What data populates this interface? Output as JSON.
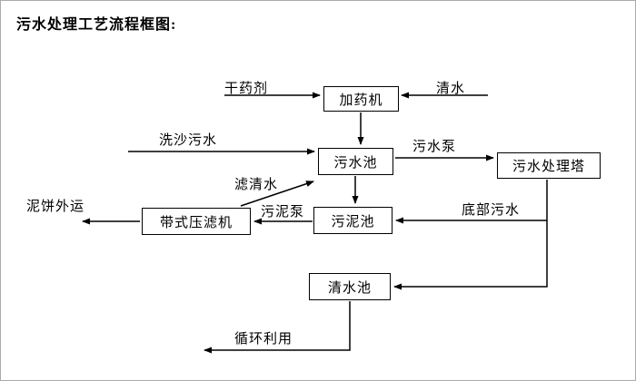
{
  "title": "污水处理工艺流程框图:",
  "nodes": {
    "dosing_machine": "加药机",
    "sewage_pool": "污水池",
    "treatment_tower": "污水处理塔",
    "sludge_pool": "污泥池",
    "belt_filter_press": "带式压滤机",
    "clean_water_pool": "清水池"
  },
  "labels": {
    "dry_chemical": "干药剂",
    "clean_water": "清水",
    "sand_wash_sewage": "洗沙污水",
    "sewage_pump": "污水泵",
    "filtered_water": "滤清水",
    "sludge_pump": "污泥泵",
    "bottom_sewage": "底部污水",
    "mud_cake_out": "泥饼外运",
    "recycle_use": "循环利用"
  }
}
